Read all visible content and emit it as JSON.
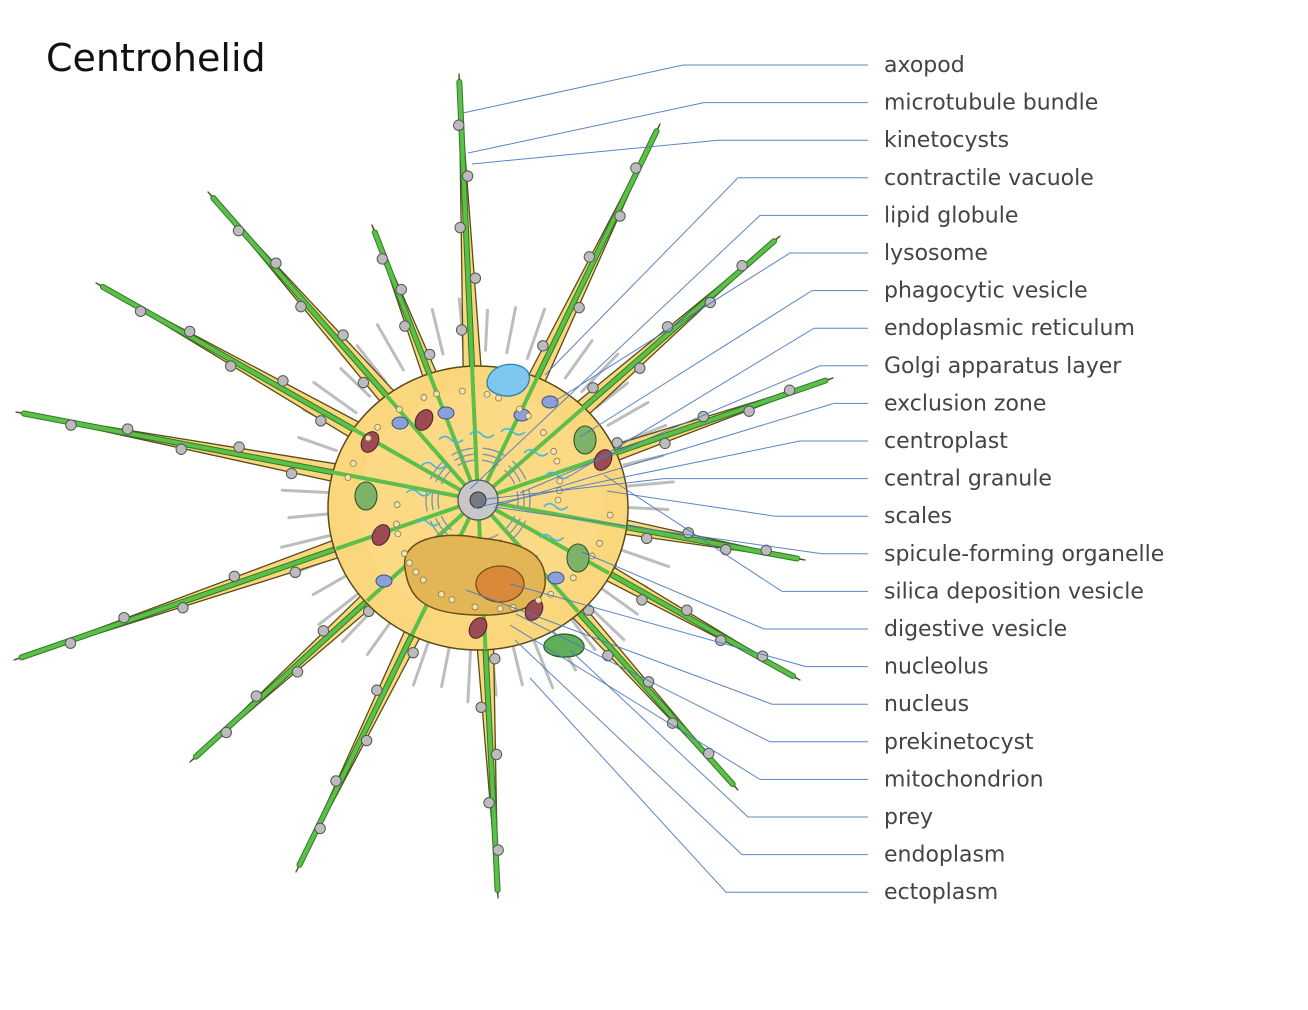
{
  "title": "Centrohelid",
  "colors": {
    "leader": "#4a78c0",
    "cytoplasm": "#fad67c",
    "cytoplasm_stroke": "#5a4a1a",
    "axopod_core": "#5cbf4a",
    "scale": "#bdbdbd"
  },
  "labels": [
    {
      "id": "axopod",
      "text": "axopod"
    },
    {
      "id": "microtubule-bundle",
      "text": "microtubule bundle"
    },
    {
      "id": "kinetocysts",
      "text": "kinetocysts"
    },
    {
      "id": "contractile-vacuole",
      "text": "contractile vacuole"
    },
    {
      "id": "lipid-globule",
      "text": "lipid globule"
    },
    {
      "id": "lysosome",
      "text": "lysosome"
    },
    {
      "id": "phagocytic-vesicle",
      "text": "phagocytic vesicle"
    },
    {
      "id": "endoplasmic-reticulum",
      "text": "endoplasmic reticulum"
    },
    {
      "id": "golgi-apparatus-layer",
      "text": "Golgi apparatus layer"
    },
    {
      "id": "exclusion-zone",
      "text": "exclusion zone"
    },
    {
      "id": "centroplast",
      "text": "centroplast"
    },
    {
      "id": "central-granule",
      "text": "central granule"
    },
    {
      "id": "scales",
      "text": "scales"
    },
    {
      "id": "spicule-forming-organelle",
      "text": "spicule-forming organelle"
    },
    {
      "id": "silica-deposition-vesicle",
      "text": "silica deposition vesicle"
    },
    {
      "id": "digestive-vesicle",
      "text": "digestive vesicle"
    },
    {
      "id": "nucleolus",
      "text": "nucleolus"
    },
    {
      "id": "nucleus",
      "text": "nucleus"
    },
    {
      "id": "prekinetocyst",
      "text": "prekinetocyst"
    },
    {
      "id": "mitochondrion",
      "text": "mitochondrion"
    },
    {
      "id": "prey",
      "text": "prey"
    },
    {
      "id": "endoplasm",
      "text": "endoplasm"
    },
    {
      "id": "ectoplasm",
      "text": "ectoplasm"
    }
  ]
}
